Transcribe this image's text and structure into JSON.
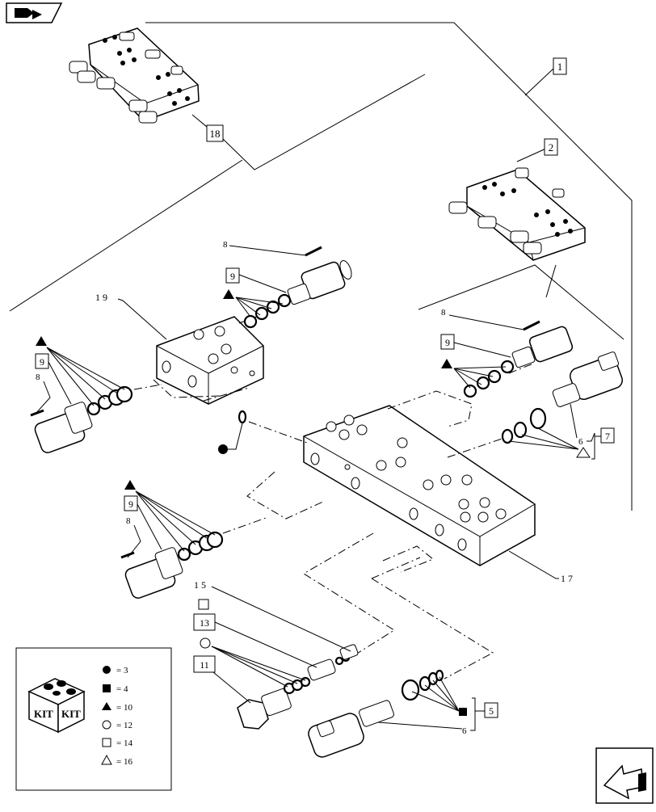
{
  "labels": {
    "l1": "1",
    "l2": "2",
    "l5": "5",
    "l6a": "6",
    "l6b": "6",
    "l7": "7",
    "l8a": "8",
    "l8b": "8",
    "l8c": "8",
    "l8d": "8",
    "l9a": "9",
    "l9b": "9",
    "l9c": "9",
    "l9d": "9",
    "l11": "11",
    "l13": "13",
    "l15": "15",
    "l17": "17",
    "l18": "18",
    "l19": "19"
  },
  "legend": {
    "kit_text_1": "KIT",
    "kit_text_2": "KIT",
    "rows": [
      {
        "symbol": "filled-circle",
        "text": "= 3"
      },
      {
        "symbol": "filled-square",
        "text": "= 4"
      },
      {
        "symbol": "filled-triangle",
        "text": "= 10"
      },
      {
        "symbol": "open-circle",
        "text": "= 12"
      },
      {
        "symbol": "open-square",
        "text": "= 14"
      },
      {
        "symbol": "open-triangle",
        "text": "= 16"
      }
    ]
  },
  "nav": {
    "top_left_icon": "page-back-icon",
    "bottom_right_icon": "next-page-arrow-icon"
  }
}
